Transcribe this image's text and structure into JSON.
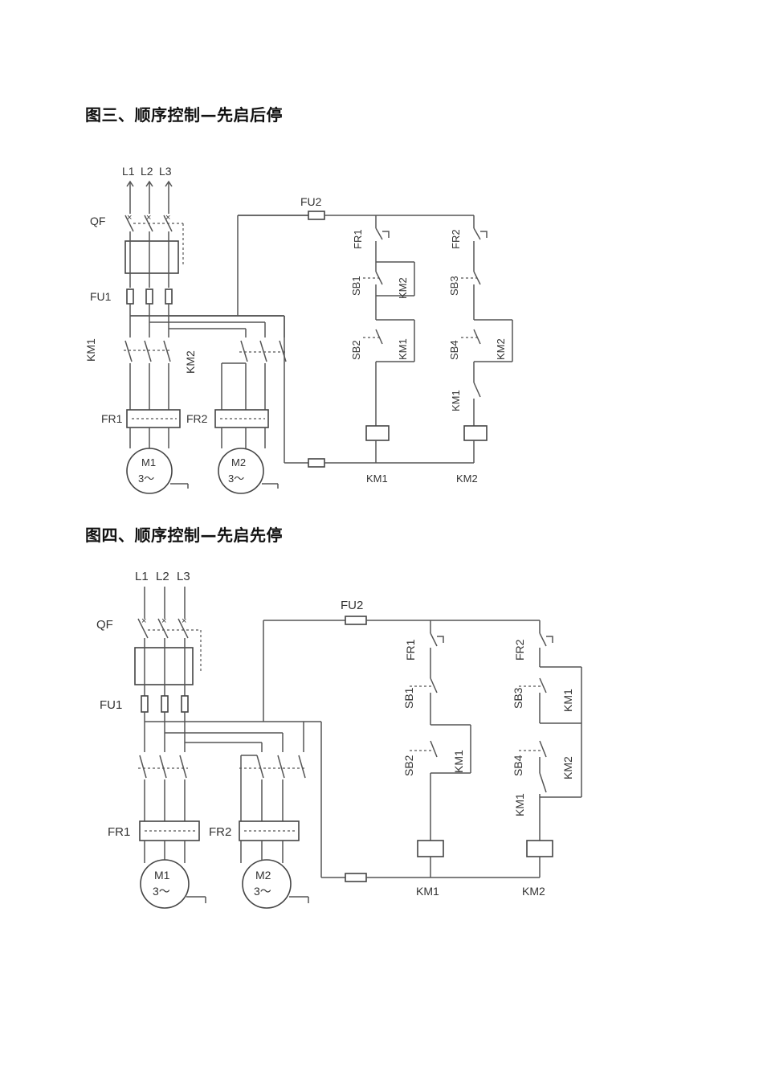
{
  "figure3": {
    "heading": "图三、顺序控制—先启后停",
    "labels": {
      "L1": "L1",
      "L2": "L2",
      "L3": "L3",
      "QF": "QF",
      "FU1": "FU1",
      "FU2": "FU2",
      "KM1": "KM1",
      "KM2": "KM2",
      "FR1": "FR1",
      "FR2": "FR2",
      "M1": "M1",
      "M2": "M2",
      "motor_type": "3～",
      "SB1": "SB1",
      "SB2": "SB2",
      "SB3": "SB3",
      "SB4": "SB4",
      "coil_KM1": "KM1",
      "coil_KM2": "KM2",
      "contact_KM2_a": "KM2",
      "contact_KM1_a": "KM1",
      "contact_KM2_b": "KM2",
      "contact_KM1_b": "KM1"
    }
  },
  "figure4": {
    "heading": "图四、顺序控制—先启先停",
    "labels": {
      "L1": "L1",
      "L2": "L2",
      "L3": "L3",
      "QF": "QF",
      "FU1": "FU1",
      "FU2": "FU2",
      "FR1": "FR1",
      "FR2": "FR2",
      "M1": "M1",
      "M2": "M2",
      "motor_type": "3～",
      "SB1": "SB1",
      "SB2": "SB2",
      "SB3": "SB3",
      "SB4": "SB4",
      "coil_KM1": "KM1",
      "coil_KM2": "KM2",
      "contact_KM1_a": "KM1",
      "contact_KM1_b": "KM1",
      "contact_KM2_a": "KM2",
      "contact_KM1_c": "KM1"
    }
  }
}
